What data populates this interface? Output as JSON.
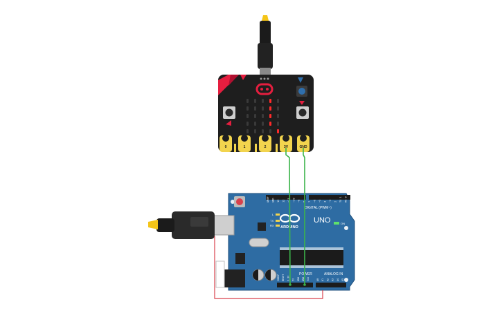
{
  "microbit": {
    "pins": [
      "0",
      "1",
      "2",
      "3V",
      "GND"
    ],
    "led_matrix": [
      [
        0,
        0,
        0,
        1,
        0
      ],
      [
        0,
        0,
        0,
        1,
        0
      ],
      [
        0,
        0,
        0,
        1,
        0
      ],
      [
        0,
        0,
        0,
        1,
        0
      ],
      [
        0,
        0,
        0,
        0,
        1
      ]
    ],
    "colors": {
      "body": "#1e1e1e",
      "accent": "#e51e3f",
      "pin": "#f2d44e",
      "led_on": "#ff2a2a",
      "led_off": "#3a3a3a"
    }
  },
  "arduino": {
    "logo_text": "ARDUINO",
    "model": "UNO",
    "on_label": "ON",
    "digital_header": "DIGITAL (PWM~)",
    "analog_header": "ANALOG IN",
    "power_header": "POWER",
    "small_labels": [
      "AREF",
      "GND",
      "13",
      "12",
      "~11",
      "~10",
      "~9",
      "8",
      "7",
      "~6",
      "~5",
      "4",
      "~3",
      "2",
      "TX 1",
      "RX 0"
    ],
    "power_labels": [
      "IOREF",
      "RESET",
      "3.3V",
      "5V",
      "GND",
      "GND",
      "Vin"
    ],
    "analog_labels": [
      "A0",
      "A1",
      "A2",
      "A3",
      "A4",
      "A5"
    ],
    "led_labels": [
      "L",
      "TX",
      "RX"
    ],
    "colors": {
      "board": "#2e6ca3",
      "board_edge": "#1f4f7d",
      "header": "#1c1c1c",
      "logo": "#ffffff"
    }
  },
  "wires": {
    "color": "#3cb44b",
    "usb_cable_color": "#d9414c"
  }
}
